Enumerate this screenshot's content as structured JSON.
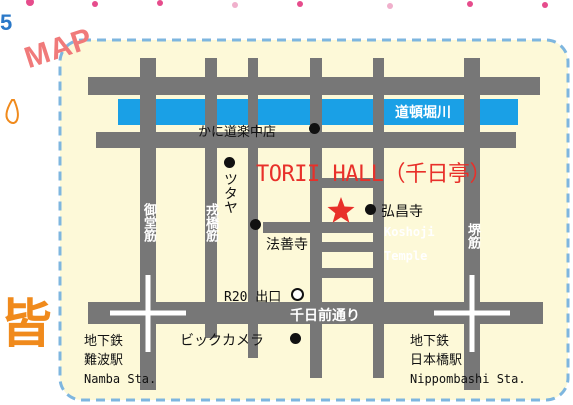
{
  "header": {
    "corner_number": "5",
    "map_logo": "MAP",
    "side_char": "皆"
  },
  "colors": {
    "background": "#FDF9D8",
    "border": "#7EB6DF",
    "road": "#777777",
    "river": "#1AA0E6",
    "venue": "#E8302A",
    "accent_orange": "#F08A1C",
    "title_pink": "#E64C8C"
  },
  "map": {
    "river_label": "道頓堀川",
    "venue": {
      "name": "TORII HALL（千日亭）",
      "marker": "star-icon"
    },
    "avenue_label": "千日前通り",
    "roads": {
      "midosuji": "御堂筋",
      "ebisubashisuji": "戎橋筋",
      "sakaisuji": "堺筋"
    },
    "landmarks": {
      "kani_doraku": "かに道楽中店",
      "tsutaya": "ツタヤ",
      "hozenji": "法善寺",
      "koshoji_ja": "弘昌寺",
      "koshoji_en_1": "Koshoji",
      "koshoji_en_2": "Temple",
      "bic_camera": "ビックカメラ",
      "exit_r20": "R20 出口"
    },
    "stations": {
      "namba_ja_1": "地下鉄",
      "namba_ja_2": "難波駅",
      "namba_en": "Namba Sta.",
      "nippombashi_ja_1": "地下鉄",
      "nippombashi_ja_2": "日本橋駅",
      "nippombashi_en": "Nippombashi Sta."
    }
  }
}
